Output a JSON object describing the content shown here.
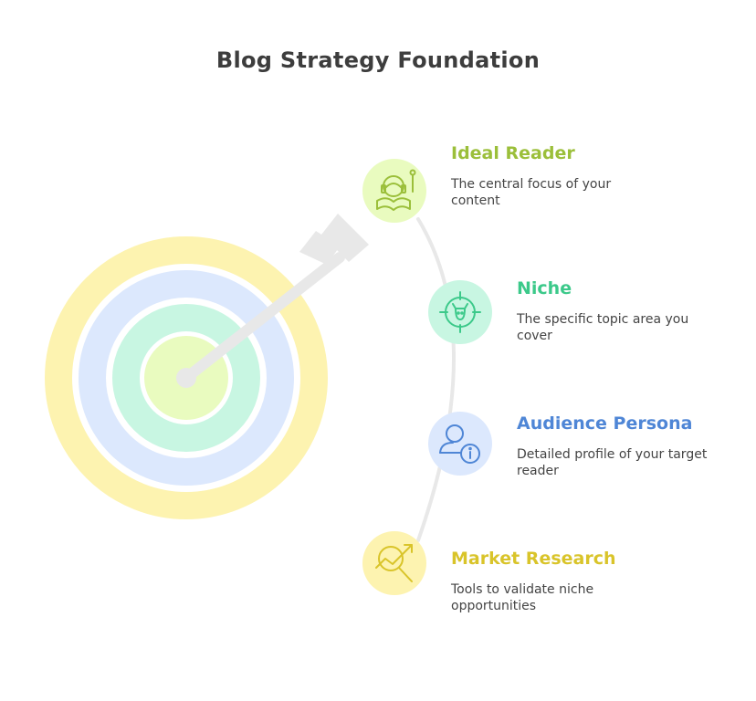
{
  "title": "Blog Strategy Foundation",
  "items": [
    {
      "title": "Ideal Reader",
      "description": "The central focus of your content",
      "color": "#9bbf3a",
      "icon": "astronaut-book-icon"
    },
    {
      "title": "Niche",
      "description": "The specific topic area you cover",
      "color": "#3cc98a",
      "icon": "target-bull-icon"
    },
    {
      "title": "Audience Persona",
      "description": "Detailed profile of your target reader",
      "color": "#4f86d6",
      "icon": "user-info-icon"
    },
    {
      "title": "Market Research",
      "description": "Tools to validate niche opportunities",
      "color": "#d9c42a",
      "icon": "chart-magnifier-icon"
    }
  ],
  "colors": {
    "ring_outer": "#fdf3b0",
    "ring_blue": "#dce8fd",
    "ring_green": "#c8f6e2",
    "ring_center": "#e9fbbf",
    "arrow": "#e8e8e8"
  }
}
